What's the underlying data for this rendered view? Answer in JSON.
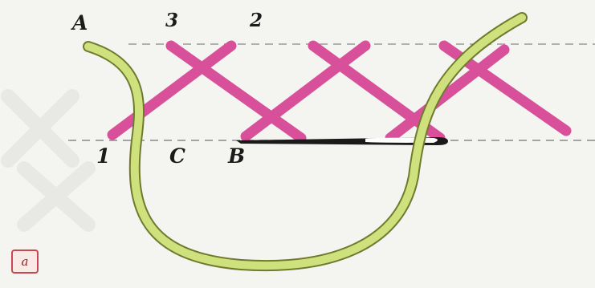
{
  "labels": {
    "a": "A",
    "three": "3",
    "two": "2",
    "one": "1",
    "c": "C",
    "b": "B"
  },
  "badge": "a",
  "colors": {
    "stitch": "#d9509a",
    "thread": "#cfe17c",
    "thread_outline": "#6f7a2e",
    "needle": "#1a1a1a",
    "guide_line": "#9a9a9a",
    "badge_border": "#c9474e"
  }
}
